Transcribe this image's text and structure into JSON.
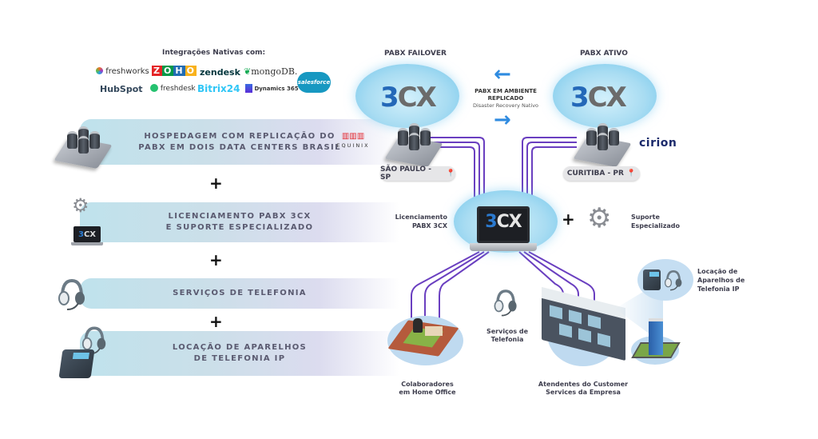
{
  "integrations": {
    "title": "Integrações Nativas com:",
    "logos": [
      "freshworks",
      "ZOHO",
      "zendesk",
      "mongoDB.",
      "salesforce",
      "HubSpot",
      "freshdesk",
      "Bitrix24",
      "Dynamics 365"
    ]
  },
  "banners": [
    {
      "line1": "HOSPEDAGEM COM REPLICAÇÃO DO",
      "line2": "PABX EM DOIS DATA CENTERS BRASIL",
      "icon": "server-rack-icon"
    },
    {
      "line1": "LICENCIAMENTO PABX 3CX",
      "line2": "E SUPORTE ESPECIALIZADO",
      "icon": "gears-laptop-icon"
    },
    {
      "line1": "SERVIÇOS DE TELEFONIA",
      "line2": "",
      "icon": "headset-icon"
    },
    {
      "line1": "LOCAÇÃO DE APARELHOS",
      "line2": "DE TELEFONIA IP",
      "icon": "ip-phone-icon"
    }
  ],
  "plus_sign": "+",
  "equinix": "EQUINIX",
  "cirion": "cirion",
  "failover": {
    "title": "PABX FAILOVER",
    "logo_3": "3",
    "logo_cx": "CX",
    "location": "SÃO PAULO - SP"
  },
  "ativo": {
    "title": "PABX ATIVO",
    "logo_3": "3",
    "logo_cx": "CX",
    "location": "CURITIBA - PR"
  },
  "replication": {
    "line1": "PABX EM AMBIENTE",
    "line2": "REPLICADO",
    "subtitle": "Disaster Recovery Nativo",
    "arrow_left": "←",
    "arrow_right": "→"
  },
  "center": {
    "license_line1": "Licenciamento",
    "license_line2": "PABX 3CX",
    "logo_3": "3",
    "logo_cx": "CX",
    "support_line1": "Suporte",
    "support_line2": "Especializado"
  },
  "bottom": {
    "home_office_line1": "Colaboradores",
    "home_office_line2": "em Home Office",
    "telefonia_line1": "Serviços de",
    "telefonia_line2": "Telefonia",
    "customer_line1": "Atendentes do Customer",
    "customer_line2": "Services da Empresa",
    "rental_line1": "Locação de",
    "rental_line2": "Aparelhos de",
    "rental_line3": "Telefonia IP"
  },
  "colors": {
    "accent_blue": "#2468b8",
    "line_purple": "#6a3fc0",
    "arrow_blue": "#2f8be0",
    "pin_red": "#d0334a",
    "cirion_navy": "#1b2a6b",
    "cirion_slash": "#e0316e",
    "equinix_red": "#e3262e"
  }
}
